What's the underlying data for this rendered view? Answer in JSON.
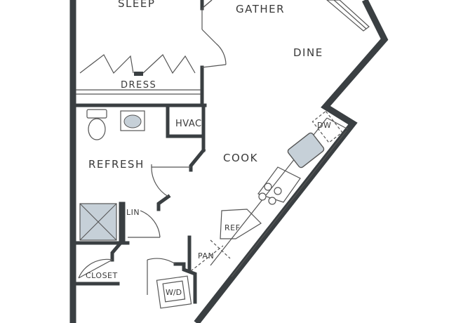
{
  "floorplan": {
    "colors": {
      "wall": "#3a3f42",
      "fixture": "#aeb6bd",
      "fixture_fill": "#c6d0d8",
      "line": "#555555",
      "background": "#ffffff"
    },
    "rooms": {
      "sleep": "SLEEP",
      "gather": "GATHER",
      "dine": "DINE",
      "dress": "DRESS",
      "hvac": "HVAC",
      "refresh": "REFRESH",
      "cook": "COOK",
      "dw": "DW",
      "lin": "LIN",
      "ref": "REF",
      "pan": "PAN",
      "closet": "CLOSET",
      "wd": "W/D"
    }
  }
}
